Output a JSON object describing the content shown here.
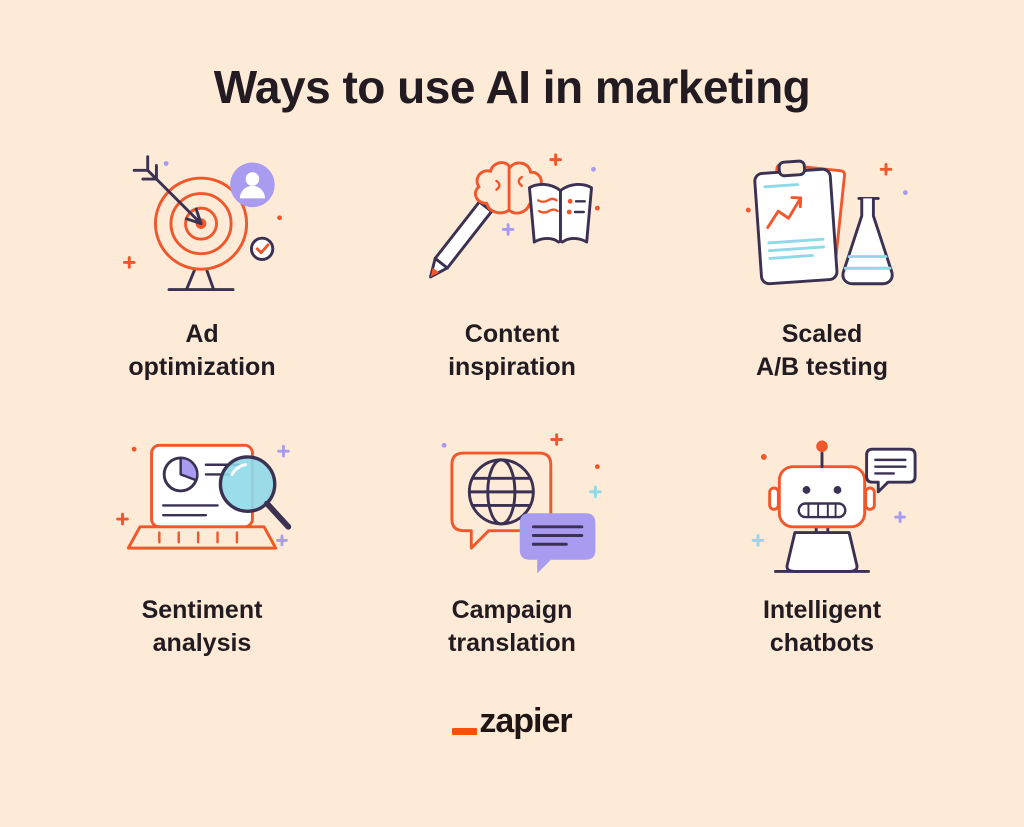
{
  "title": "Ways to use AI in marketing",
  "items": [
    {
      "line1": "Ad",
      "line2": "optimization",
      "icon": "target-arrow-icon"
    },
    {
      "line1": "Content",
      "line2": "inspiration",
      "icon": "brain-pencil-book-icon"
    },
    {
      "line1": "Scaled",
      "line2": "A/B testing",
      "icon": "clipboard-flask-icon"
    },
    {
      "line1": "Sentiment",
      "line2": "analysis",
      "icon": "laptop-magnifier-icon"
    },
    {
      "line1": "Campaign",
      "line2": "translation",
      "icon": "globe-speech-bubbles-icon"
    },
    {
      "line1": "Intelligent",
      "line2": "chatbots",
      "icon": "robot-chat-icon"
    }
  ],
  "footer": {
    "logo_text": "zapier"
  },
  "colors": {
    "background": "#FDEBD7",
    "heading": "#231B22",
    "orange": "#F2572B",
    "logo_orange": "#FF4F00",
    "purple": "#A89BF0",
    "teal": "#8FD9E9",
    "dark_outline": "#3A3153"
  }
}
